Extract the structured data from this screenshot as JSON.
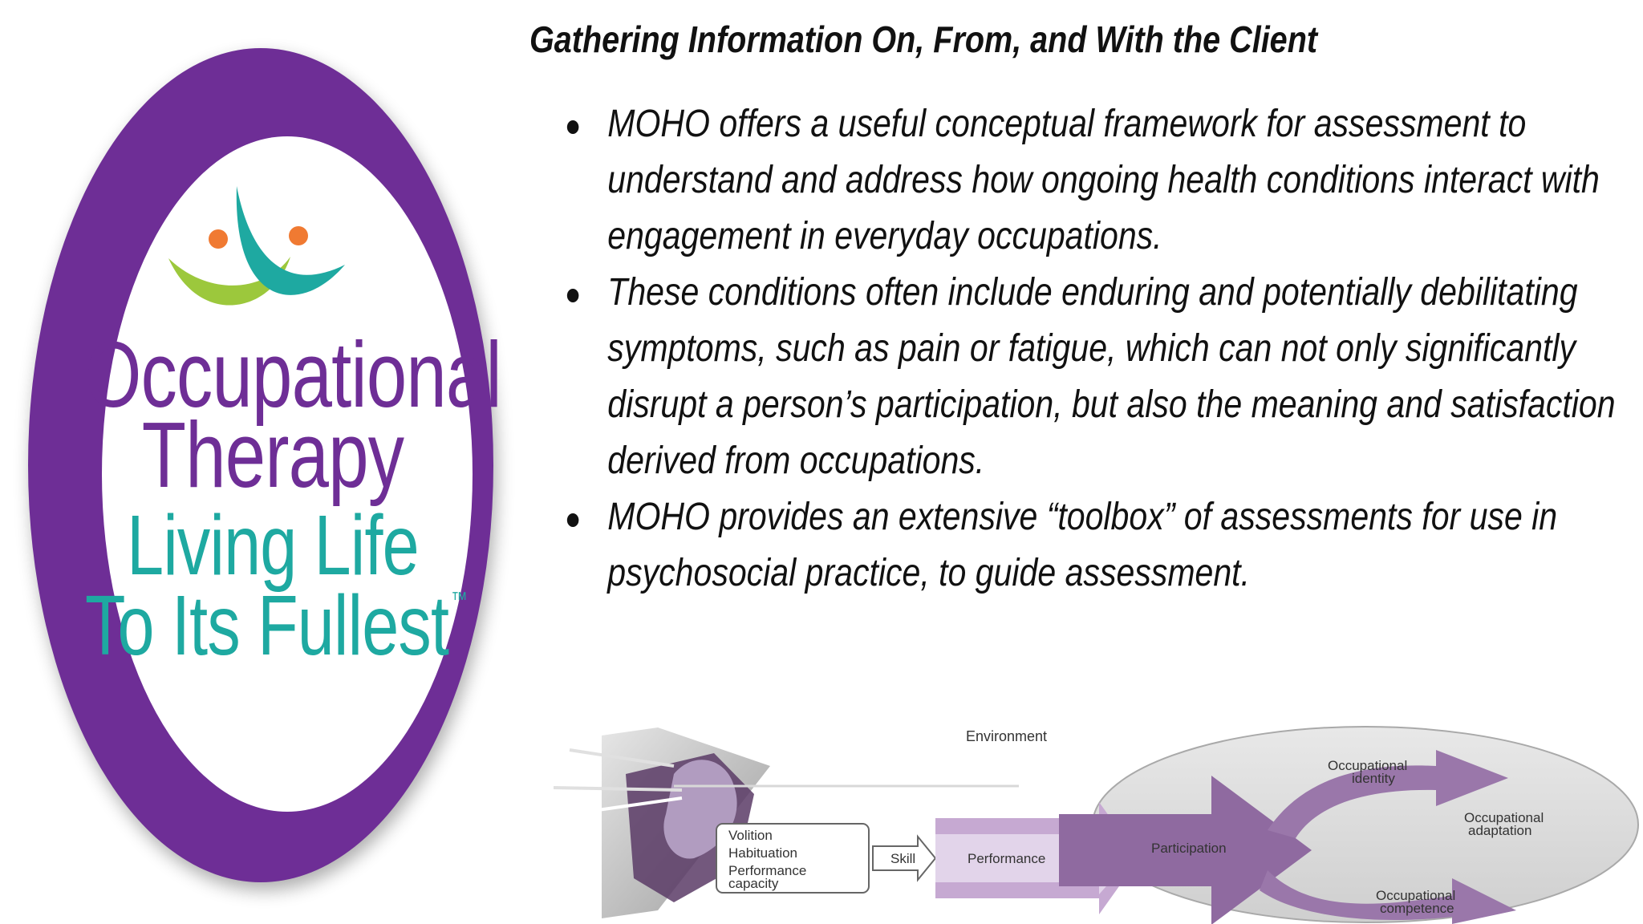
{
  "slide": {
    "title": "Gathering Information On, From, and With the Client",
    "bullets": [
      "MOHO offers a useful conceptual framework for assessment to understand and address how ongoing health conditions interact with engagement in everyday occupations.",
      "These conditions often include enduring and potentially debilitating symptoms, such as pain or fatigue, which can not only significantly disrupt a person’s participation, but also the meaning and satisfaction derived from occupations.",
      "MOHO provides an extensive “toolbox” of assessments for use in psychosocial practice,  to guide assessment."
    ]
  },
  "logo": {
    "line1": "Occupational",
    "line2": "Therapy",
    "line3": "Living Life",
    "line4": "To Its Fullest",
    "trademark": "™",
    "colors": {
      "ring": "#6e2e96",
      "title_text": "#6e2e96",
      "tagline_text": "#1ea9a1",
      "figure_left_arm": "#9cc83c",
      "figure_right_arm": "#1ea9a1",
      "figure_heads": "#f07a32"
    }
  },
  "diagram": {
    "environment": "Environment",
    "person_components": [
      "Volition",
      "Habituation",
      "Performance",
      "capacity"
    ],
    "skill": "Skill",
    "performance": "Performance",
    "participation": "Participation",
    "identity": [
      "Occupational",
      "identity"
    ],
    "adaptation": [
      "Occupational",
      "adaptation"
    ],
    "competence": [
      "Occupational",
      "competence"
    ]
  }
}
